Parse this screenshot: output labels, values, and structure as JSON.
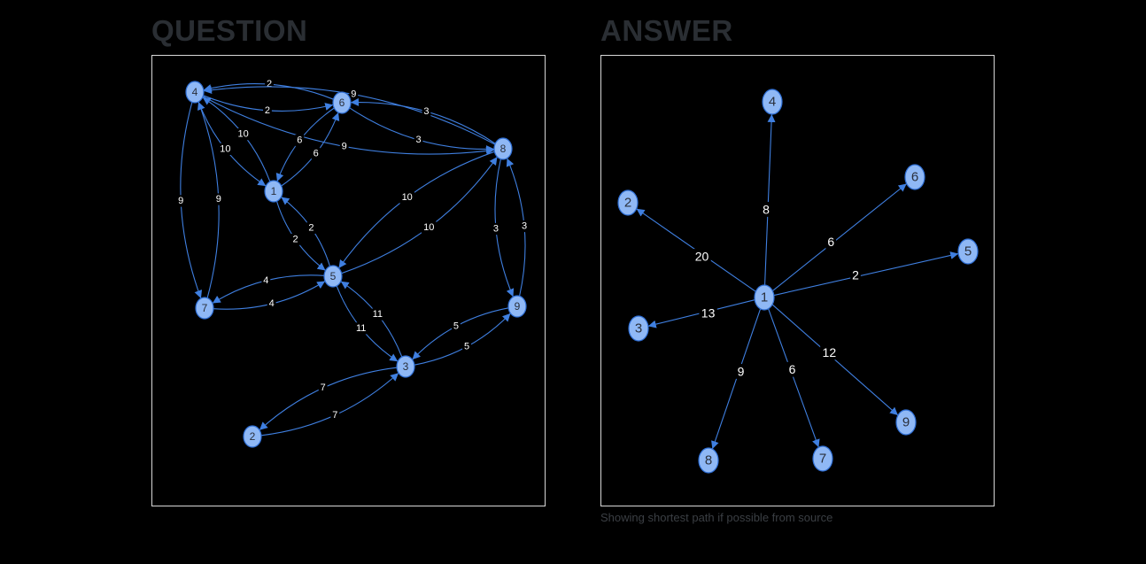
{
  "question": {
    "title": "QUESTION",
    "nodes": [
      "1",
      "2",
      "3",
      "4",
      "5",
      "6",
      "7",
      "8",
      "9"
    ],
    "edges": [
      {
        "from": "4",
        "to": "6",
        "weight": "2"
      },
      {
        "from": "6",
        "to": "4",
        "weight": "2"
      },
      {
        "from": "4",
        "to": "8",
        "weight": "9"
      },
      {
        "from": "8",
        "to": "4",
        "weight": "9"
      },
      {
        "from": "6",
        "to": "8",
        "weight": "3"
      },
      {
        "from": "8",
        "to": "6",
        "weight": "3"
      },
      {
        "from": "4",
        "to": "1",
        "weight": "10"
      },
      {
        "from": "1",
        "to": "4",
        "weight": "10"
      },
      {
        "from": "1",
        "to": "6",
        "weight": "6"
      },
      {
        "from": "6",
        "to": "1",
        "weight": "6"
      },
      {
        "from": "4",
        "to": "7",
        "weight": "9"
      },
      {
        "from": "7",
        "to": "4",
        "weight": "9"
      },
      {
        "from": "1",
        "to": "5",
        "weight": "2"
      },
      {
        "from": "5",
        "to": "1",
        "weight": "2"
      },
      {
        "from": "5",
        "to": "8",
        "weight": "10"
      },
      {
        "from": "8",
        "to": "5",
        "weight": "10"
      },
      {
        "from": "7",
        "to": "5",
        "weight": "4"
      },
      {
        "from": "5",
        "to": "7",
        "weight": "4"
      },
      {
        "from": "5",
        "to": "3",
        "weight": "11"
      },
      {
        "from": "3",
        "to": "5",
        "weight": "11"
      },
      {
        "from": "8",
        "to": "9",
        "weight": "3"
      },
      {
        "from": "9",
        "to": "8",
        "weight": "3"
      },
      {
        "from": "3",
        "to": "9",
        "weight": "5"
      },
      {
        "from": "9",
        "to": "3",
        "weight": "5"
      },
      {
        "from": "2",
        "to": "3",
        "weight": "7"
      },
      {
        "from": "3",
        "to": "2",
        "weight": "7"
      }
    ]
  },
  "answer": {
    "title": "ANSWER",
    "source": "1",
    "nodes": [
      "1",
      "2",
      "3",
      "4",
      "5",
      "6",
      "7",
      "8",
      "9"
    ],
    "edges": [
      {
        "from": "1",
        "to": "4",
        "weight": "8"
      },
      {
        "from": "1",
        "to": "6",
        "weight": "6"
      },
      {
        "from": "1",
        "to": "2",
        "weight": "20"
      },
      {
        "from": "1",
        "to": "5",
        "weight": "2"
      },
      {
        "from": "1",
        "to": "3",
        "weight": "13"
      },
      {
        "from": "1",
        "to": "8",
        "weight": "9"
      },
      {
        "from": "1",
        "to": "7",
        "weight": "6"
      },
      {
        "from": "1",
        "to": "9",
        "weight": "12"
      }
    ]
  },
  "caption": "Showing shortest path if possible from source",
  "colors": {
    "node_fill": "#8fb8f5",
    "node_stroke": "#2f6fd6",
    "edge": "#3f7fe0",
    "edge_label": "#ffffff",
    "title": "#2a2e33"
  }
}
